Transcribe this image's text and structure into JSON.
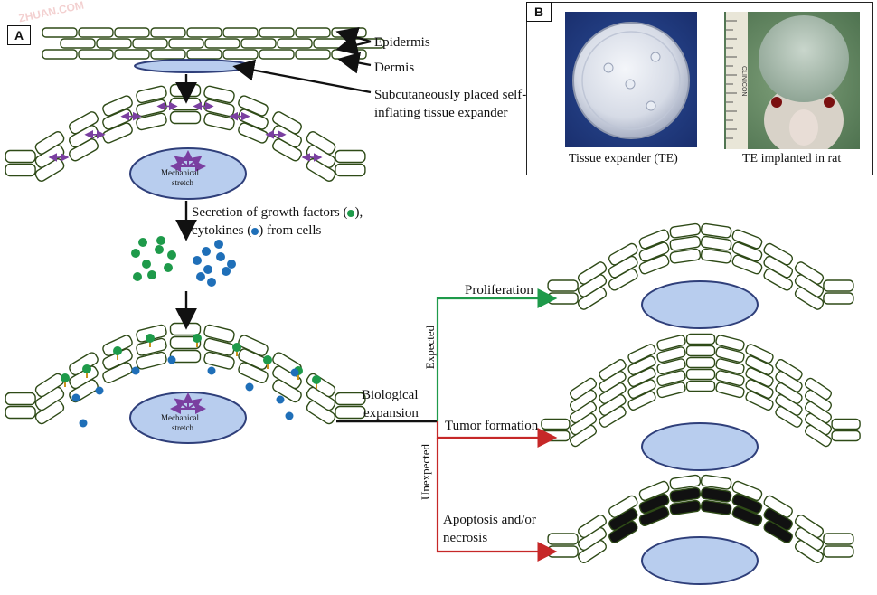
{
  "panel_a": {
    "tag": "A",
    "labels": {
      "epidermis": "Epidermis",
      "dermis": "Dermis",
      "expander_line1": "Subcutaneously placed self-",
      "expander_line2": "inflating tissue expander",
      "mech_line1": "Mechanical",
      "mech_line2": "stretch",
      "secretion_line1": "Secretion of growth factors (",
      "secretion_line1_end": "),",
      "secretion_line2_start": "cytokines (",
      "secretion_line2_end": ") from cells",
      "bio_line1": "Biological",
      "bio_line2": "expansion",
      "expected": "Expected",
      "unexpected": "Unexpected",
      "proliferation": "Proliferation",
      "tumor": "Tumor formation",
      "apoptosis_line1": "Apoptosis and/or",
      "apoptosis_line2": "necrosis"
    }
  },
  "panel_b": {
    "tag": "B",
    "caption_left": "Tissue expander (TE)",
    "caption_right": "TE implanted in rat",
    "ruler_text": "CLINICON"
  },
  "watermark": "ZHUAN.COM",
  "colors": {
    "cell_outline": "#2e4a17",
    "expander_fill": "#b8cdee",
    "expander_stroke": "#2f3f7a",
    "stretch_arrow": "#7a3fa0",
    "growth_factor": "#1e9a4a",
    "cytokine": "#1f6fb8",
    "expected_line": "#1e9a4a",
    "unexpected_line": "#c62828",
    "necrotic_cell": "#111111"
  }
}
